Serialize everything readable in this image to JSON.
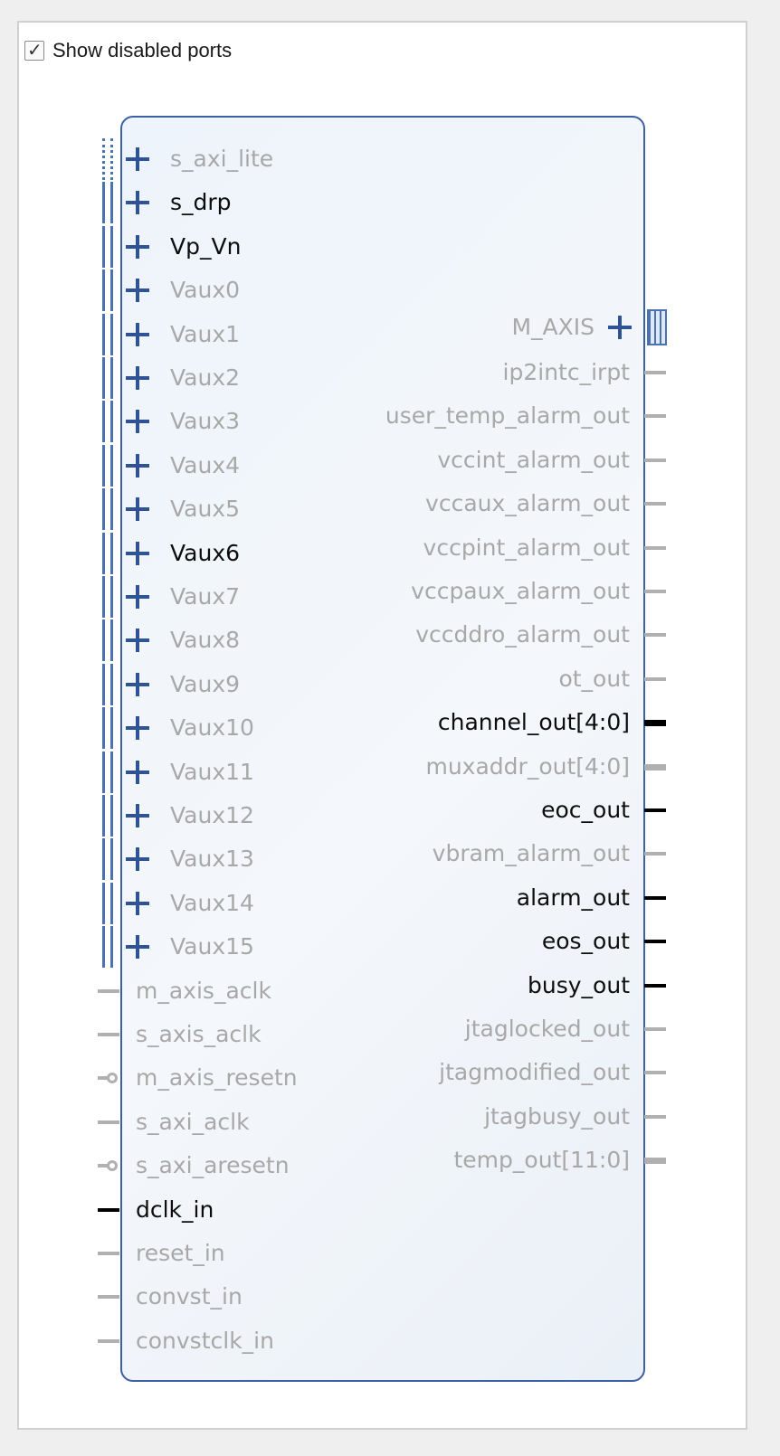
{
  "show_disabled": {
    "label": "Show disabled ports",
    "checked": true,
    "check_glyph": "✓"
  },
  "block": {
    "border_color": "#3d5fa3",
    "left_bus_ports": [
      {
        "name": "s_axi_lite",
        "enabled": false,
        "icon": "plus-icon"
      },
      {
        "name": "s_drp",
        "enabled": true,
        "icon": "plus-icon"
      },
      {
        "name": "Vp_Vn",
        "enabled": true,
        "icon": "plus-icon"
      },
      {
        "name": "Vaux0",
        "enabled": false,
        "icon": "plus-icon"
      },
      {
        "name": "Vaux1",
        "enabled": false,
        "icon": "plus-icon"
      },
      {
        "name": "Vaux2",
        "enabled": false,
        "icon": "plus-icon"
      },
      {
        "name": "Vaux3",
        "enabled": false,
        "icon": "plus-icon"
      },
      {
        "name": "Vaux4",
        "enabled": false,
        "icon": "plus-icon"
      },
      {
        "name": "Vaux5",
        "enabled": false,
        "icon": "plus-icon"
      },
      {
        "name": "Vaux6",
        "enabled": true,
        "icon": "plus-icon"
      },
      {
        "name": "Vaux7",
        "enabled": false,
        "icon": "plus-icon"
      },
      {
        "name": "Vaux8",
        "enabled": false,
        "icon": "plus-icon"
      },
      {
        "name": "Vaux9",
        "enabled": false,
        "icon": "plus-icon"
      },
      {
        "name": "Vaux10",
        "enabled": false,
        "icon": "plus-icon"
      },
      {
        "name": "Vaux11",
        "enabled": false,
        "icon": "plus-icon"
      },
      {
        "name": "Vaux12",
        "enabled": false,
        "icon": "plus-icon"
      },
      {
        "name": "Vaux13",
        "enabled": false,
        "icon": "plus-icon"
      },
      {
        "name": "Vaux14",
        "enabled": false,
        "icon": "plus-icon"
      },
      {
        "name": "Vaux15",
        "enabled": false,
        "icon": "plus-icon"
      }
    ],
    "left_signal_ports": [
      {
        "name": "m_axis_aclk",
        "enabled": false,
        "active_low": false
      },
      {
        "name": "s_axis_aclk",
        "enabled": false,
        "active_low": false
      },
      {
        "name": "m_axis_resetn",
        "enabled": false,
        "active_low": true
      },
      {
        "name": "s_axi_aclk",
        "enabled": false,
        "active_low": false
      },
      {
        "name": "s_axi_aresetn",
        "enabled": false,
        "active_low": true
      },
      {
        "name": "dclk_in",
        "enabled": true,
        "active_low": false
      },
      {
        "name": "reset_in",
        "enabled": false,
        "active_low": false
      },
      {
        "name": "convst_in",
        "enabled": false,
        "active_low": false
      },
      {
        "name": "convstclk_in",
        "enabled": false,
        "active_low": false
      }
    ],
    "right_bus_port": {
      "name": "M_AXIS",
      "enabled": false,
      "icon": "plus-icon"
    },
    "right_ports": [
      {
        "name": "ip2intc_irpt",
        "enabled": false,
        "bus": false
      },
      {
        "name": "user_temp_alarm_out",
        "enabled": false,
        "bus": false
      },
      {
        "name": "vccint_alarm_out",
        "enabled": false,
        "bus": false
      },
      {
        "name": "vccaux_alarm_out",
        "enabled": false,
        "bus": false
      },
      {
        "name": "vccpint_alarm_out",
        "enabled": false,
        "bus": false
      },
      {
        "name": "vccpaux_alarm_out",
        "enabled": false,
        "bus": false
      },
      {
        "name": "vccddro_alarm_out",
        "enabled": false,
        "bus": false
      },
      {
        "name": "ot_out",
        "enabled": false,
        "bus": false
      },
      {
        "name": "channel_out[4:0]",
        "enabled": true,
        "bus": true
      },
      {
        "name": "muxaddr_out[4:0]",
        "enabled": false,
        "bus": true
      },
      {
        "name": "eoc_out",
        "enabled": true,
        "bus": false
      },
      {
        "name": "vbram_alarm_out",
        "enabled": false,
        "bus": false
      },
      {
        "name": "alarm_out",
        "enabled": true,
        "bus": false
      },
      {
        "name": "eos_out",
        "enabled": true,
        "bus": false
      },
      {
        "name": "busy_out",
        "enabled": true,
        "bus": false
      },
      {
        "name": "jtaglocked_out",
        "enabled": false,
        "bus": false
      },
      {
        "name": "jtagmodified_out",
        "enabled": false,
        "bus": false
      },
      {
        "name": "jtagbusy_out",
        "enabled": false,
        "bus": false
      },
      {
        "name": "temp_out[11:0]",
        "enabled": false,
        "bus": true
      }
    ]
  }
}
